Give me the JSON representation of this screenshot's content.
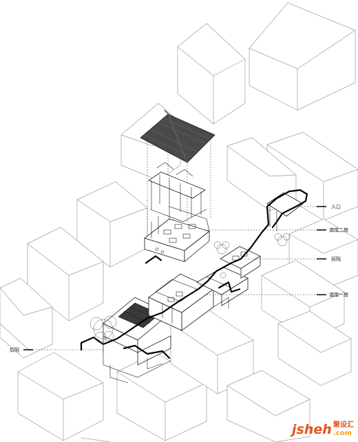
{
  "labels": {
    "entrance": "入口",
    "bar_floor2": "酒馆二层",
    "front_yard": "前院",
    "bar_floor1": "酒馆一层",
    "back_yard": "后院"
  },
  "watermark": {
    "logo_text": "jsheh",
    "logo_sub1": "聚设汇",
    "logo_sub2": ".com",
    "color_primary": "#e8521a",
    "color_secondary": "#f2a21c"
  },
  "colors": {
    "roof_fill": "#4a4a4a",
    "context_line": "#9a9a9a",
    "ink": "#1a1a1a"
  }
}
